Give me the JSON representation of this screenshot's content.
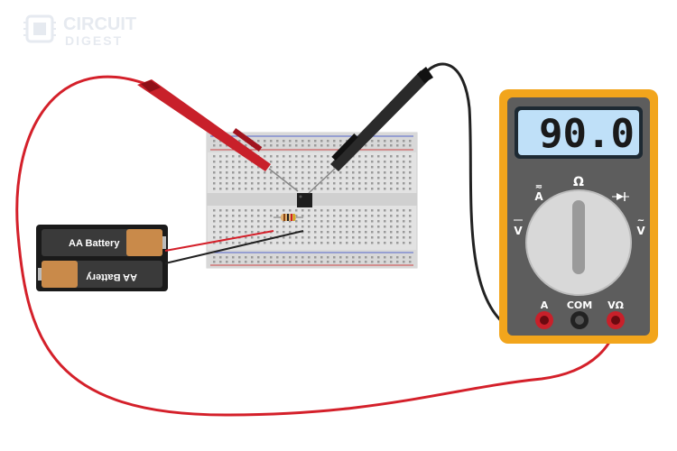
{
  "logo": {
    "line1": "CIRCUIT",
    "line2": "DIGEST",
    "icon": "chip-icon"
  },
  "battery_pack": {
    "cells": [
      {
        "label": "AA Battery",
        "orientation": "normal"
      },
      {
        "label": "AA Battery",
        "orientation": "flipped"
      }
    ]
  },
  "multimeter": {
    "display_value": "90.0",
    "dial_labels": {
      "ohm": "Ω",
      "ac_amps": "A",
      "dc_volts": "V",
      "ac_volts": "V",
      "diode": "diode-icon"
    },
    "jacks": {
      "amps": "A",
      "common": "COM",
      "volt_ohm": "VΩ"
    }
  },
  "colors": {
    "meter_case": "#f2a51c",
    "meter_body": "#5d5d5d",
    "lcd_bg": "#bfe0f8",
    "red_lead": "#d4202a",
    "black_lead": "#2a2a2a",
    "breadboard": "#e2e2e2"
  }
}
